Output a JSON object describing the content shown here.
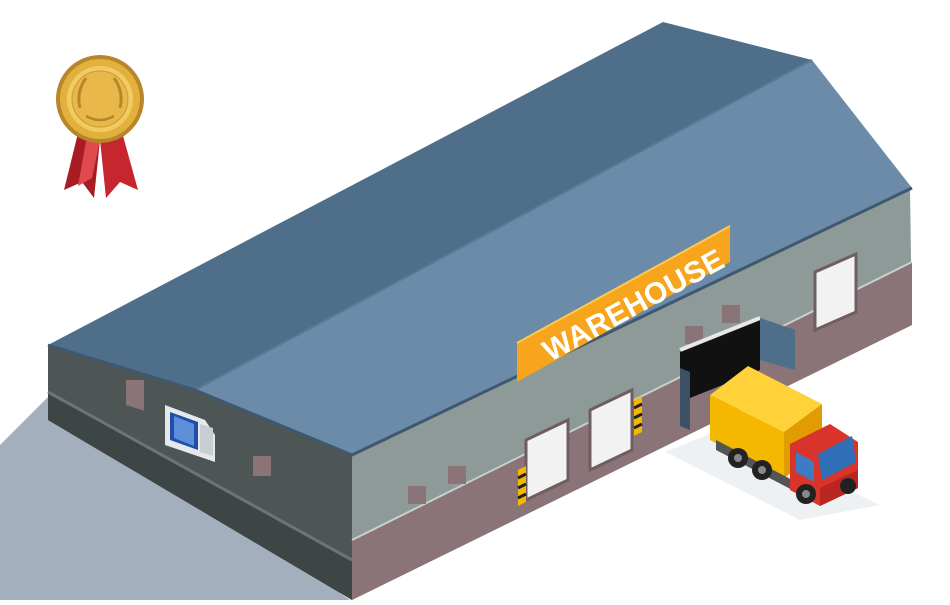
{
  "sign": {
    "text": "WAREHOUSE"
  },
  "colors": {
    "roof_light": "#6B8BA8",
    "roof_dark": "#4F6E8A",
    "wall_gray": "#8E9A98",
    "wall_dark": "#4E5655",
    "base_mauve": "#8A7478",
    "shadow": "#A3AFBC",
    "sign_orange": "#F6A51D",
    "medal_gold": "#E2B13C",
    "ribbon_red": "#C6262E",
    "truck_yellow": "#F4B800",
    "truck_red": "#D9342B"
  },
  "icons": [
    "medal-icon",
    "warehouse-illustration",
    "delivery-truck",
    "air-conditioner-unit"
  ]
}
